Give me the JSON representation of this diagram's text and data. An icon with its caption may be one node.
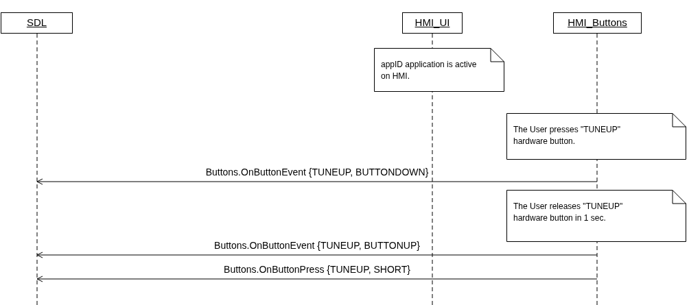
{
  "diagram": {
    "nodes": [
      {
        "text": [
          "SDL"
        ]
      },
      {
        "text": [
          "HMI_UI"
        ]
      },
      {
        "text": [
          "HMI_Buttons"
        ]
      },
      {
        "text": [
          "appID application is active on HMI."
        ]
      },
      {
        "text": [
          "The User presses \"TUNEUP\" hardware button."
        ]
      },
      {
        "text": [
          "The User releases \"TUNEUP\" hardware button in 1 sec."
        ]
      }
    ],
    "edges": [
      {
        "from": 2,
        "to": 0,
        "arrow": "to",
        "label": "Buttons.OnButtonEvent {TUNEUP, BUTTONDOWN}"
      },
      {
        "from": 2,
        "to": 0,
        "arrow": "to",
        "label": "Buttons.OnButtonEvent {TUNEUP, BUTTONUP}"
      },
      {
        "from": 2,
        "to": 0,
        "arrow": "to",
        "label": "Buttons.OnButtonPress {TUNEUP, SHORT}"
      }
    ]
  }
}
